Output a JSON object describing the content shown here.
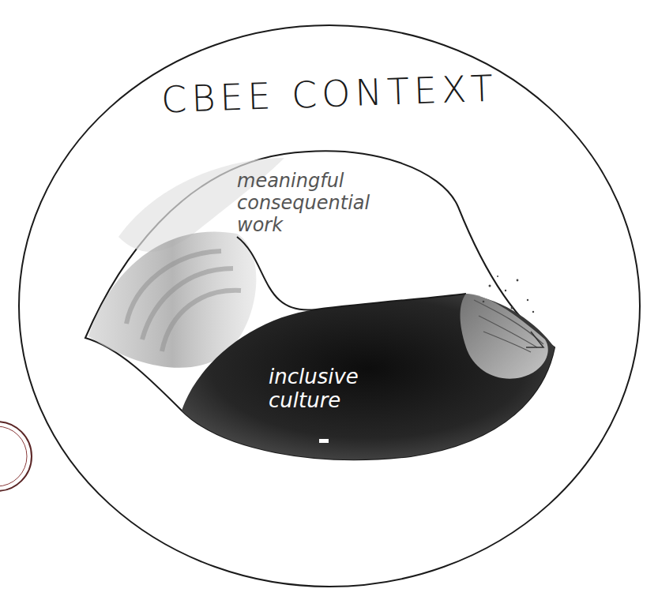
{
  "diagram": {
    "nodes": [
      {
        "text": [
          "CBEE CONTEXT"
        ]
      },
      {
        "text": [
          "meaningful consequential work"
        ],
        "in": 0
      },
      {
        "text": [
          "inclusive culture"
        ],
        "in": 0
      }
    ]
  }
}
